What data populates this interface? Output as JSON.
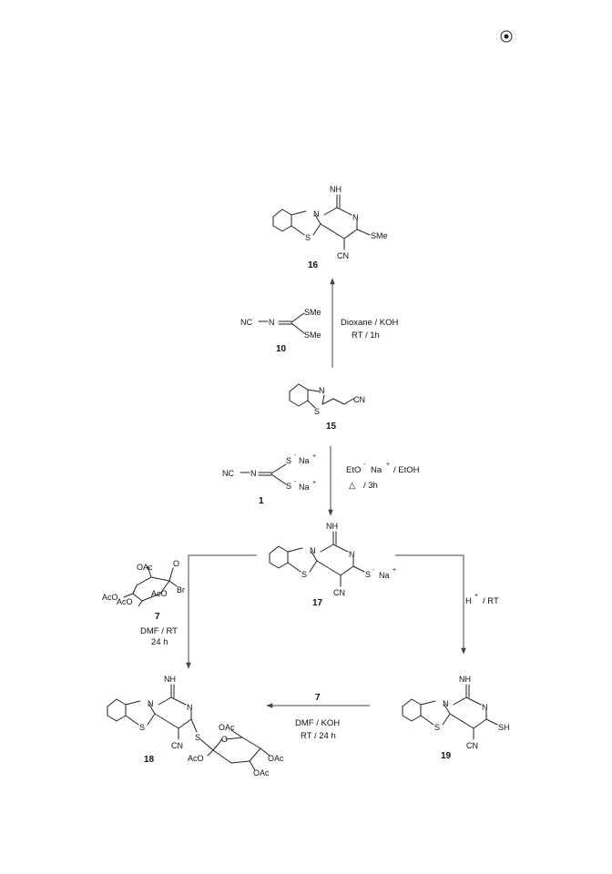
{
  "page": {
    "corner_icon": "radio-target-icon"
  },
  "compounds": {
    "c16": {
      "number": "16",
      "imine": "NH",
      "ring_n": "N",
      "ring_s": "S",
      "substituent": "SMe",
      "nitrile": "CN"
    },
    "c10": {
      "number": "10",
      "left": "NC",
      "n": "N",
      "sme_top": "SMe",
      "sme_bottom": "SMe"
    },
    "c15": {
      "number": "15",
      "ring_n": "N",
      "ring_s": "S",
      "nitrile": "CN"
    },
    "c1": {
      "number": "1",
      "left": "NC",
      "n": "N",
      "s1": "S",
      "s2": "S",
      "minus": "-",
      "na": "Na",
      "plus": "+"
    },
    "c17": {
      "number": "17",
      "imine": "NH",
      "ring_n": "N",
      "ring_s": "S",
      "s_anion": "S",
      "minus": "-",
      "na": "Na",
      "plus": "+",
      "nitrile": "CN"
    },
    "c7": {
      "number": "7",
      "oac1": "OAc",
      "oac2": "AcO",
      "oac3": "AcO",
      "oac4": "AcO",
      "br": "Br"
    },
    "c18": {
      "number": "18",
      "imine": "NH",
      "ring_n": "N",
      "ring_s": "S",
      "link_s": "S",
      "nitrile": "CN",
      "oac1": "OAc",
      "oac2": "OAc",
      "oac3": "AcO",
      "oac4": "OAc"
    },
    "c19": {
      "number": "19",
      "imine": "NH",
      "ring_n": "N",
      "ring_s": "S",
      "thiol": "SH",
      "nitrile": "CN"
    }
  },
  "conditions": {
    "to16": {
      "line1": "Dioxane / KOH",
      "line2": "RT / 1h"
    },
    "to17": {
      "line1_a": "EtO",
      "minus": "-",
      "line1_b": "Na",
      "plus": "+",
      "line1_c": "/ EtOH",
      "line2": "/ 3h",
      "heat_symbol": "△"
    },
    "to18": {
      "line1": "DMF / RT",
      "line2": "24 h"
    },
    "to19": {
      "acid": "H",
      "plus": "+",
      "rest": "/ RT"
    },
    "from19": {
      "reagent": "7",
      "line1": "DMF / KOH",
      "line2": "RT / 24 h"
    }
  }
}
